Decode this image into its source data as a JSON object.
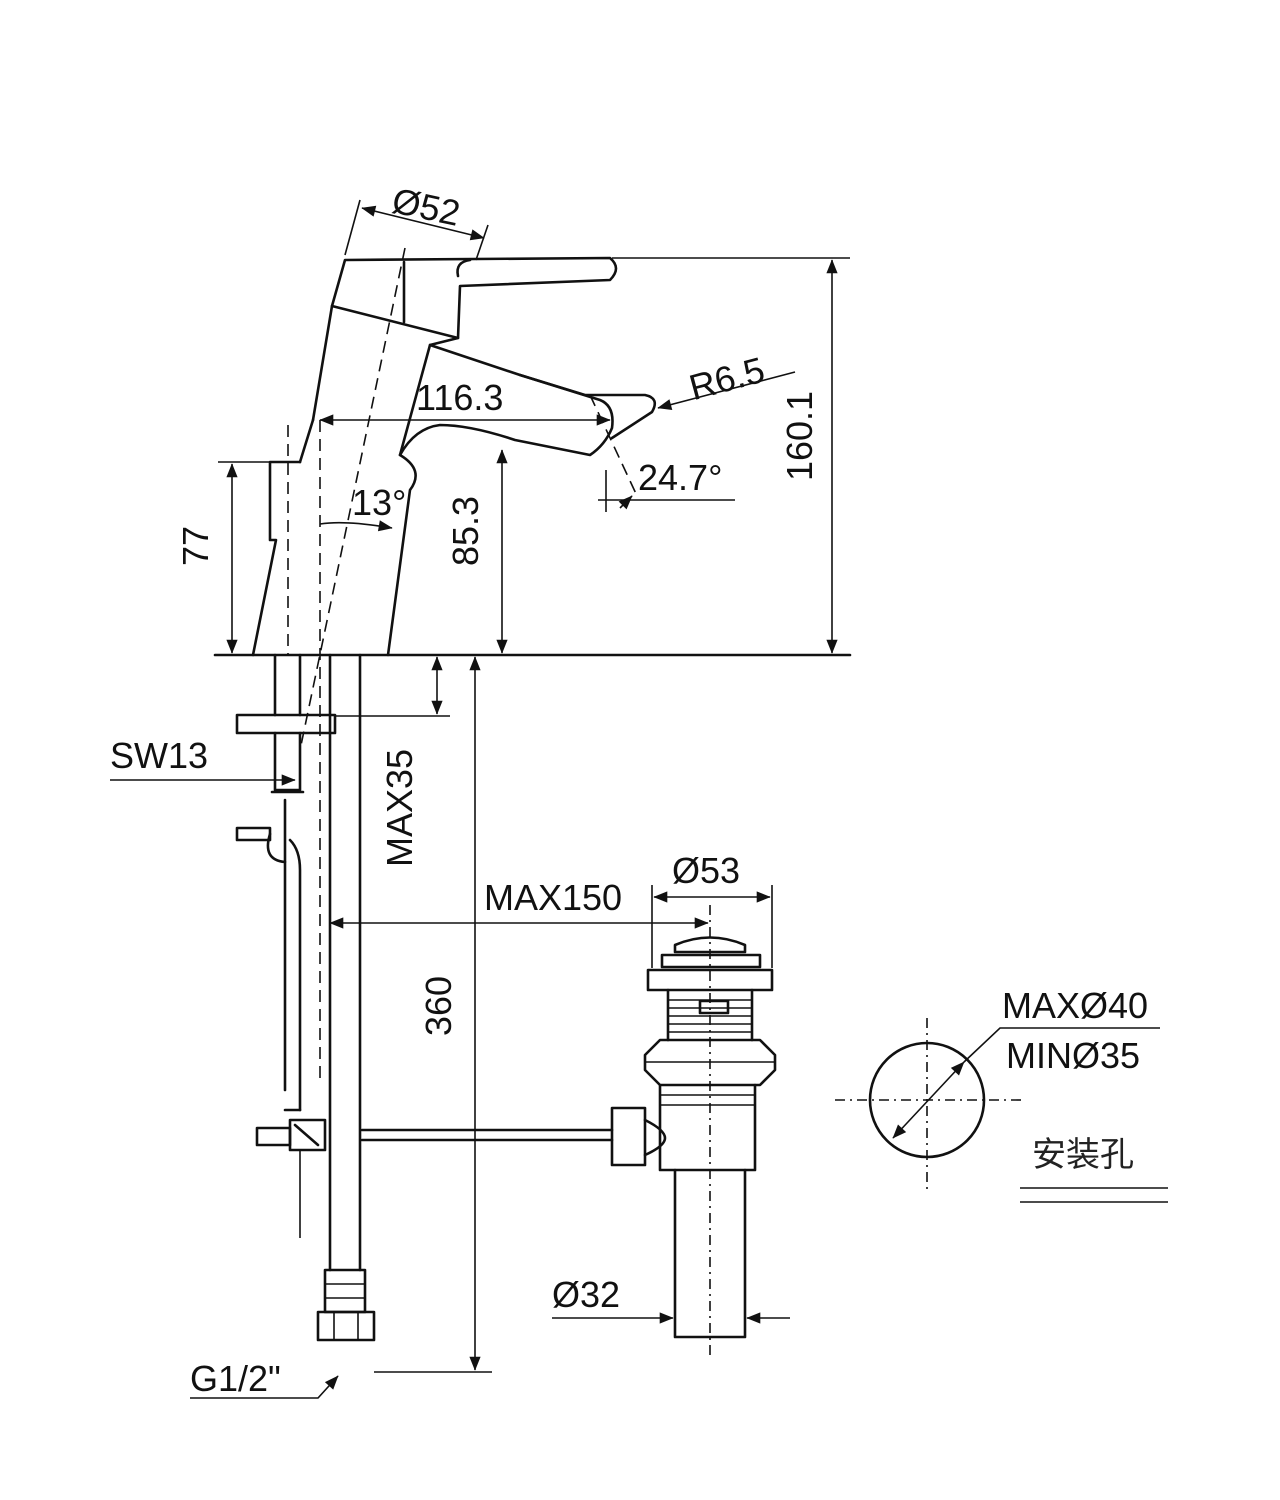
{
  "dimensions": {
    "body_diameter": "Ø52",
    "total_height": "160.1",
    "spout_reach": "116.3",
    "tip_radius": "R6.5",
    "spout_angle": "24.7°",
    "body_angle": "13°",
    "side_height": "77",
    "outlet_height": "85.3",
    "nut_size": "SW13",
    "max_deck_thickness": "MAX35",
    "max_drain_offset": "MAX150",
    "drain_flange_diameter": "Ø53",
    "hose_length": "360",
    "drain_pipe_diameter": "Ø32",
    "connection_thread": "G1/2\""
  },
  "mounting_hole": {
    "max_diameter": "MAXØ40",
    "min_diameter": "MINØ35",
    "caption": "安装孔"
  }
}
